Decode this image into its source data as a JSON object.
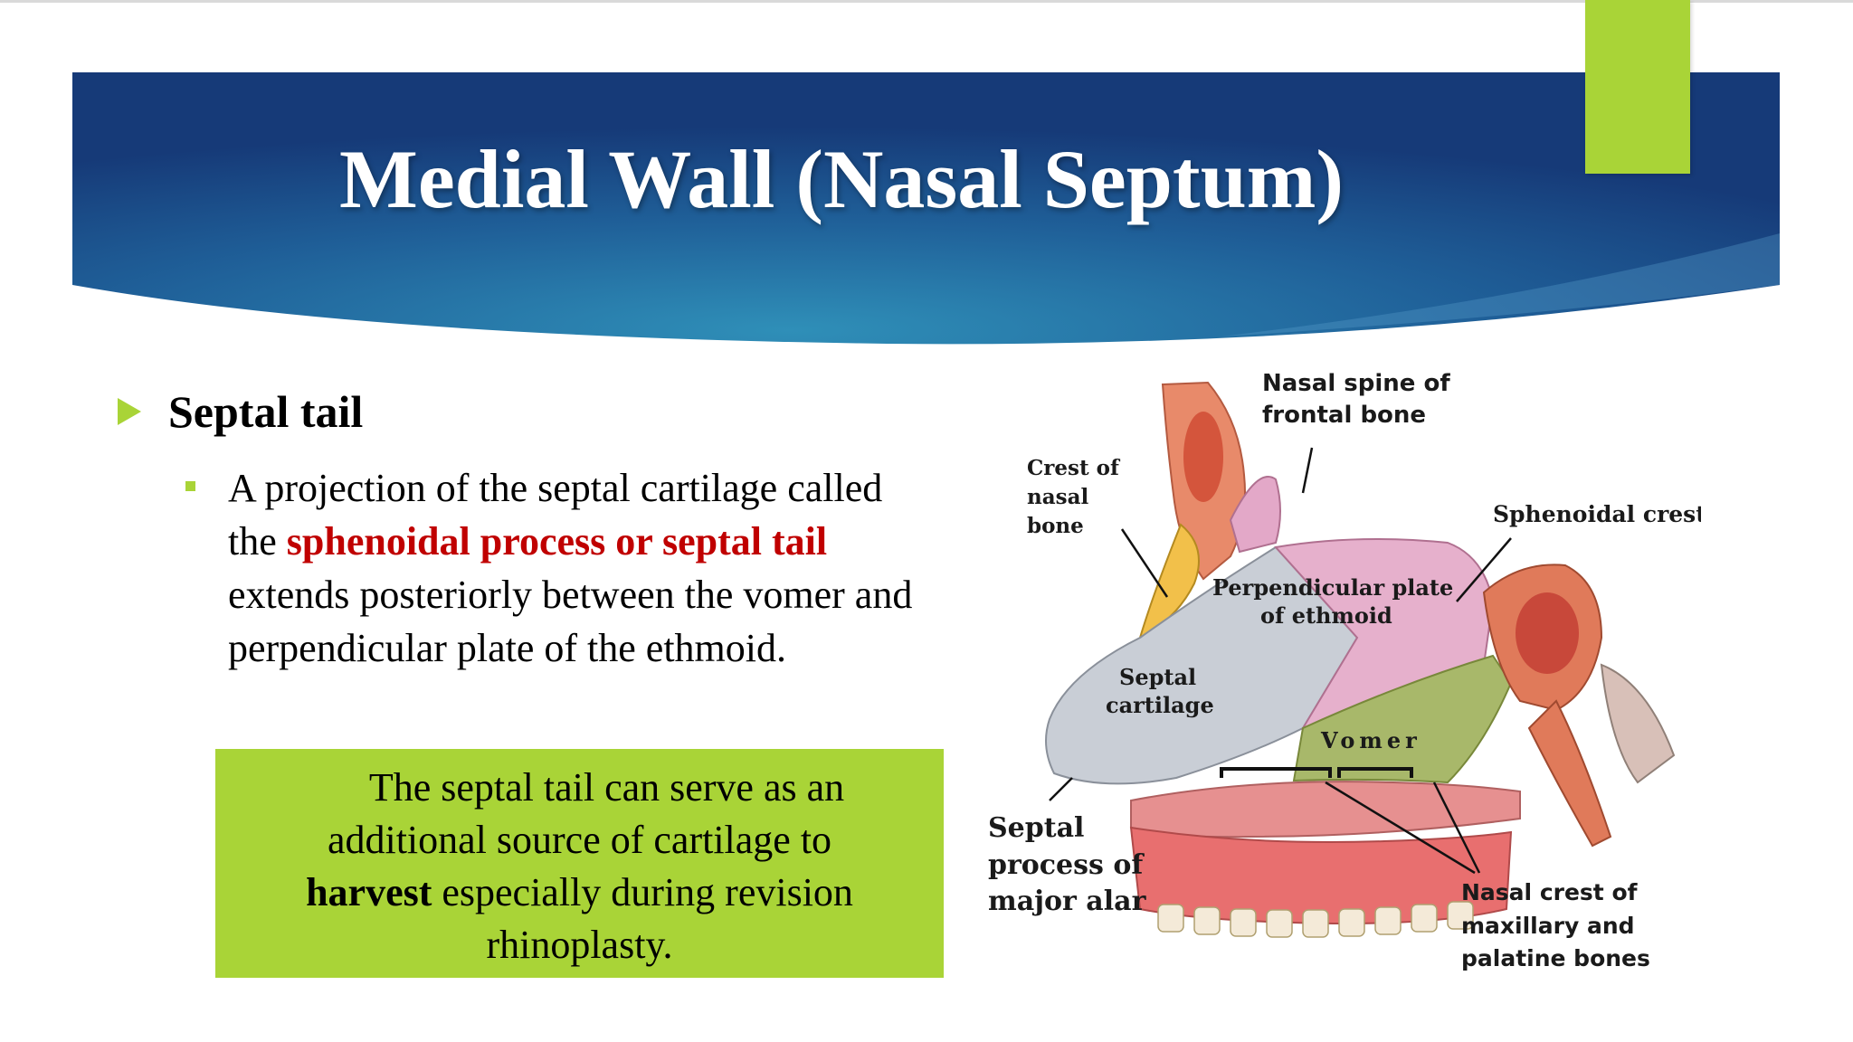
{
  "slide": {
    "title": "Medial Wall (Nasal Septum)",
    "bullet_heading": "Septal tail",
    "sub_bullet": {
      "part1": "A projection of the septal cartilage called the ",
      "highlight": "sphenoidal process or septal tail",
      "part2": " extends posteriorly between the vomer and perpendicular plate of the ethmoid."
    },
    "callout": {
      "line1": "The septal tail can serve as an",
      "line2": "additional source of cartilage to",
      "bold_word": "harvest",
      "line3_rest": " especially during revision",
      "line4": "rhinoplasty."
    }
  },
  "diagram_labels": {
    "nasal_spine_1": "Nasal spine of",
    "nasal_spine_2": "frontal bone",
    "crest_nasal_1": "Crest of",
    "crest_nasal_2": "nasal",
    "crest_nasal_3": "bone",
    "sphenoidal_crest": "Sphenoidal crest",
    "perp_plate_1": "Perpendicular plate",
    "perp_plate_2": "of ethmoid",
    "septal_cart_1": "Septal",
    "septal_cart_2": "cartilage",
    "vomer": "Vomer",
    "septal_process_1": "Septal",
    "septal_process_2": "process of",
    "septal_process_3": "major alar",
    "nasal_crest_1": "Nasal crest of",
    "nasal_crest_2": "maxillary  and",
    "nasal_crest_3": "palatine bones"
  },
  "colors": {
    "banner_dark": "#163a78",
    "banner_light": "#2f86b4",
    "accent_green": "#a9d437",
    "highlight_red": "#c00000"
  }
}
